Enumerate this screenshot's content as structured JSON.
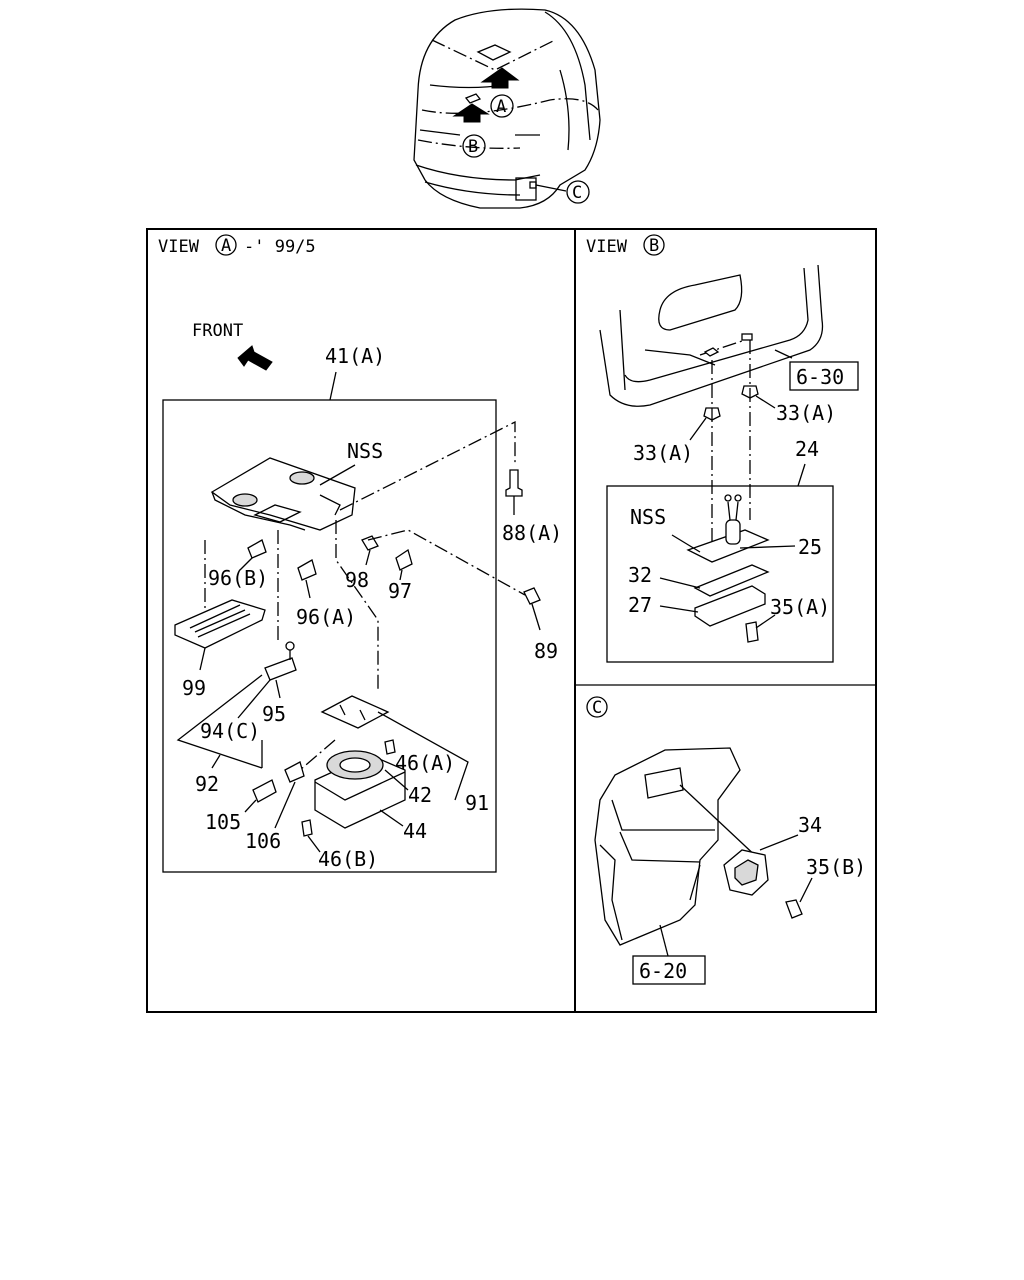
{
  "views": {
    "view_a": {
      "title": "VIEW",
      "circle": "A",
      "suffix": "-' 99/5",
      "front": "FRONT"
    },
    "view_b": {
      "title": "VIEW",
      "circle": "B"
    },
    "view_c": {
      "circle": "C"
    }
  },
  "truck_markers": [
    "A",
    "B",
    "C"
  ],
  "labels_a": {
    "p41a": "41(A)",
    "nss": "NSS",
    "p88a": "88(A)",
    "p96b": "96(B)",
    "p98": "98",
    "p97": "97",
    "p96a": "96(A)",
    "p89": "89",
    "p99": "99",
    "p95": "95",
    "p94c": "94(C)",
    "p92": "92",
    "p46a": "46(A)",
    "p42": "42",
    "p91": "91",
    "p105": "105",
    "p106": "106",
    "p44": "44",
    "p46b": "46(B)"
  },
  "labels_b": {
    "ref630": "6-30",
    "p33a_r": "33(A)",
    "p33a_l": "33(A)",
    "p24": "24",
    "nss": "NSS",
    "p25": "25",
    "p32": "32",
    "p27": "27",
    "p35a": "35(A)"
  },
  "labels_c": {
    "p34": "34",
    "p35b": "35(B)",
    "ref620": "6-20"
  }
}
